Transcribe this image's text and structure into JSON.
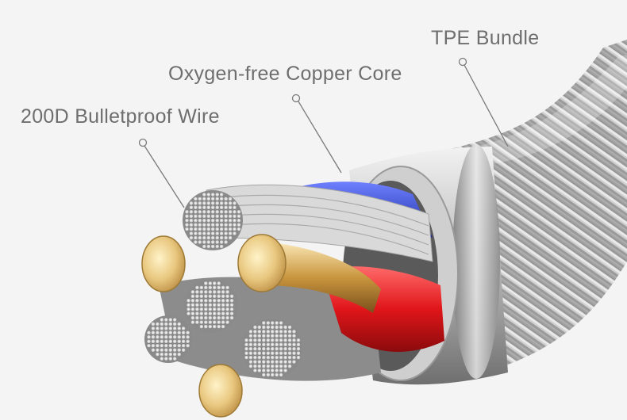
{
  "callouts": {
    "tpe_bundle": "TPE Bundle",
    "copper_core": "Oxygen-free Copper Core",
    "bulletproof_wire": "200D Bulletproof Wire"
  },
  "colors": {
    "background": "#f4f4f4",
    "label_text": "#6e6e6e",
    "leader_line": "#7a7a7a",
    "braid": "#bfbfbf",
    "blue_insulation": "#2b3fc8",
    "red_insulation": "#e0161a",
    "copper": "#e6c27a"
  }
}
